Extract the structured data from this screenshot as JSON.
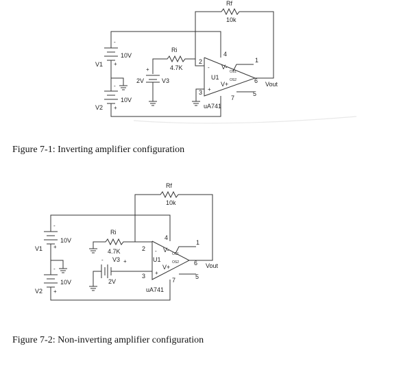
{
  "figures": [
    {
      "caption": "Figure 7-1: Inverting amplifier configuration",
      "labels": {
        "rf": "Rf",
        "rf_val": "10k",
        "ri": "Ri",
        "ri_val": "4.7K",
        "v1": "V1",
        "v1_val": "10V",
        "v2": "V2",
        "v2_val": "10V",
        "v3": "V3",
        "v3_val": "2V",
        "u1": "U1",
        "part": "uA741",
        "vminus": "V-",
        "vplus": "V+",
        "os1": "OS1",
        "os2": "OS2",
        "pin1": "1",
        "pin2": "2",
        "pin3": "3",
        "pin4": "4",
        "pin5": "5",
        "pin6": "6",
        "pin7": "7",
        "inv": "-",
        "noninv": "+",
        "vout": "Vout"
      }
    },
    {
      "caption": "Figure 7-2: Non-inverting amplifier configuration",
      "labels": {
        "rf": "Rf",
        "rf_val": "10k",
        "ri": "Ri",
        "ri_val": "4.7K",
        "v1": "V1",
        "v1_val": "10V",
        "v2": "V2",
        "v2_val": "10V",
        "v3": "V3",
        "v3_val": "2V",
        "u1": "U1",
        "part": "uA741",
        "vminus": "V-",
        "vplus": "V+",
        "os1": "OS1",
        "os2": "OS2",
        "pin1": "1",
        "pin2": "2",
        "pin3": "3",
        "pin4": "4",
        "pin5": "5",
        "pin6": "6",
        "pin7": "7",
        "inv": "-",
        "noninv": "+",
        "vout": "Vout"
      }
    }
  ]
}
